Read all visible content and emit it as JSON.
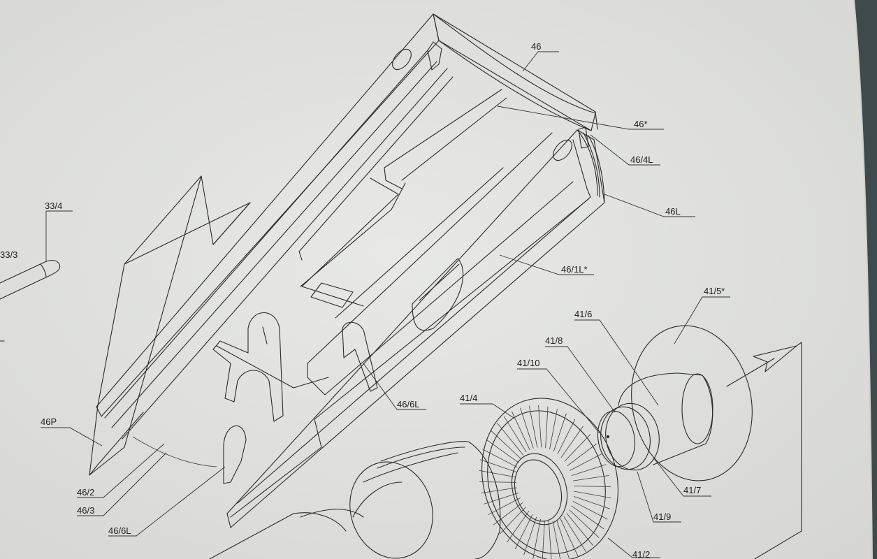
{
  "drawing": {
    "colors": {
      "paper": "#e3e4e1",
      "ink": "#2a2a2a",
      "background": "#3f4a4c"
    },
    "labels": {
      "l46": "46",
      "l46star": "46*",
      "l46_4L": "46/4L",
      "l46L": "46L",
      "l46_1Lstar": "46/1L*",
      "l33_4": "33/4",
      "l33_3": "33/3",
      "l46P": "46P",
      "l46_2": "46/2",
      "l46_3": "46/3",
      "l46_6L_a": "46/6L",
      "l46_6L_b": "46/6L",
      "l41_5star": "41/5*",
      "l41_6": "41/6",
      "l41_8": "41/8",
      "l41_10": "41/10",
      "l41_4": "41/4",
      "l41_7": "41/7",
      "l41_9": "41/9",
      "l41_2": "41/2"
    }
  }
}
